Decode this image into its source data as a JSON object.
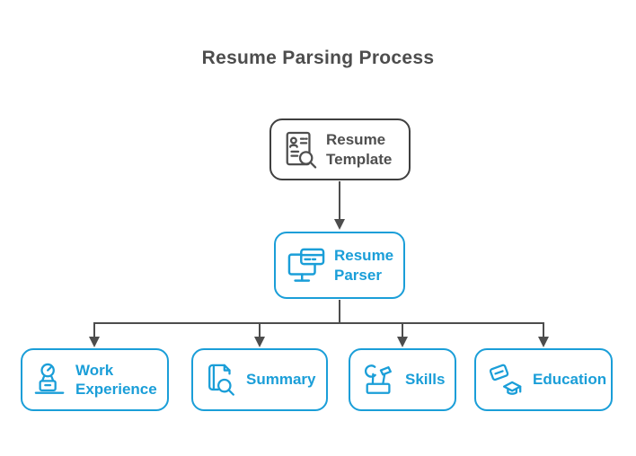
{
  "title": "Resume Parsing Process",
  "colors": {
    "accent_blue": "#1a9ed8",
    "dark_gray": "#4d4d4d",
    "background": "#ffffff"
  },
  "connectors": {
    "style": "solid",
    "color": "#4d4d4d",
    "arrowheads": "filled-triangle-down"
  },
  "nodes": {
    "template": {
      "label": "Resume Template",
      "icon": "document-search-icon",
      "color": "gray"
    },
    "parser": {
      "label": "Resume Parser",
      "icon": "monitor-card-icon",
      "color": "blue"
    },
    "children": [
      {
        "id": "work-experience",
        "label": "Work Experience",
        "icon": "punch-clock-icon",
        "color": "blue"
      },
      {
        "id": "summary",
        "label": "Summary",
        "icon": "book-search-icon",
        "color": "blue"
      },
      {
        "id": "skills",
        "label": "Skills",
        "icon": "toolbox-tools-icon",
        "color": "blue"
      },
      {
        "id": "education",
        "label": "Education",
        "icon": "graduation-cap-icon",
        "color": "blue"
      }
    ]
  },
  "edges": [
    {
      "from": "template",
      "to": "parser"
    },
    {
      "from": "parser",
      "to": "work-experience"
    },
    {
      "from": "parser",
      "to": "summary"
    },
    {
      "from": "parser",
      "to": "skills"
    },
    {
      "from": "parser",
      "to": "education"
    }
  ]
}
